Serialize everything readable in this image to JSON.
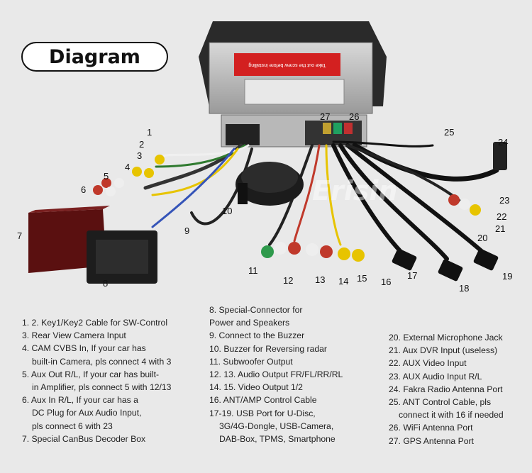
{
  "title": "Diagram",
  "watermark": "Erisin",
  "sticker_text": "Take out the screw before installing",
  "callouts": [
    "1",
    "2",
    "3",
    "4",
    "5",
    "6",
    "7",
    "8",
    "9",
    "10",
    "11",
    "12",
    "13",
    "14",
    "15",
    "16",
    "17",
    "18",
    "19",
    "20",
    "21",
    "22",
    "23",
    "24",
    "25",
    "26",
    "27"
  ],
  "legend_col1": [
    "1. 2. Key1/Key2 Cable for SW-Control",
    "3. Rear View Camera Input",
    "4. CAM CVBS In, If your car has",
    "built-in Camera, pls connect 4 with 3",
    "5. Aux Out R/L, If your car has built-",
    "in Amplifier, pls connect 5 with 12/13",
    "6. Aux In R/L, If your car has a",
    "DC Plug for Aux Audio Input,",
    "pls connect 6 with 23",
    "7. Special CanBus Decoder Box"
  ],
  "legend_col2": [
    "8. Special-Connector for",
    "Power and Speakers",
    "9. Connect to the Buzzer",
    "10. Buzzer for Reversing radar",
    "11. Subwoofer Output",
    "12. 13. Audio Output FR/FL/RR/RL",
    "14. 15. Video Output 1/2",
    "16. ANT/AMP Control Cable",
    "17-19. USB Port for U-Disc,",
    "3G/4G-Dongle, USB-Camera,",
    "DAB-Box, TPMS, Smartphone"
  ],
  "legend_col3": [
    "20. External Microphone Jack",
    "21. Aux DVR Input (useless)",
    "22. AUX Video Input",
    "23. AUX Audio Input R/L",
    "24. Fakra Radio Antenna Port",
    "25. ANT Control Cable, pls",
    "connect it with 16 if needed",
    "26. WiFi Antenna Port",
    "27. GPS Antenna Port"
  ]
}
